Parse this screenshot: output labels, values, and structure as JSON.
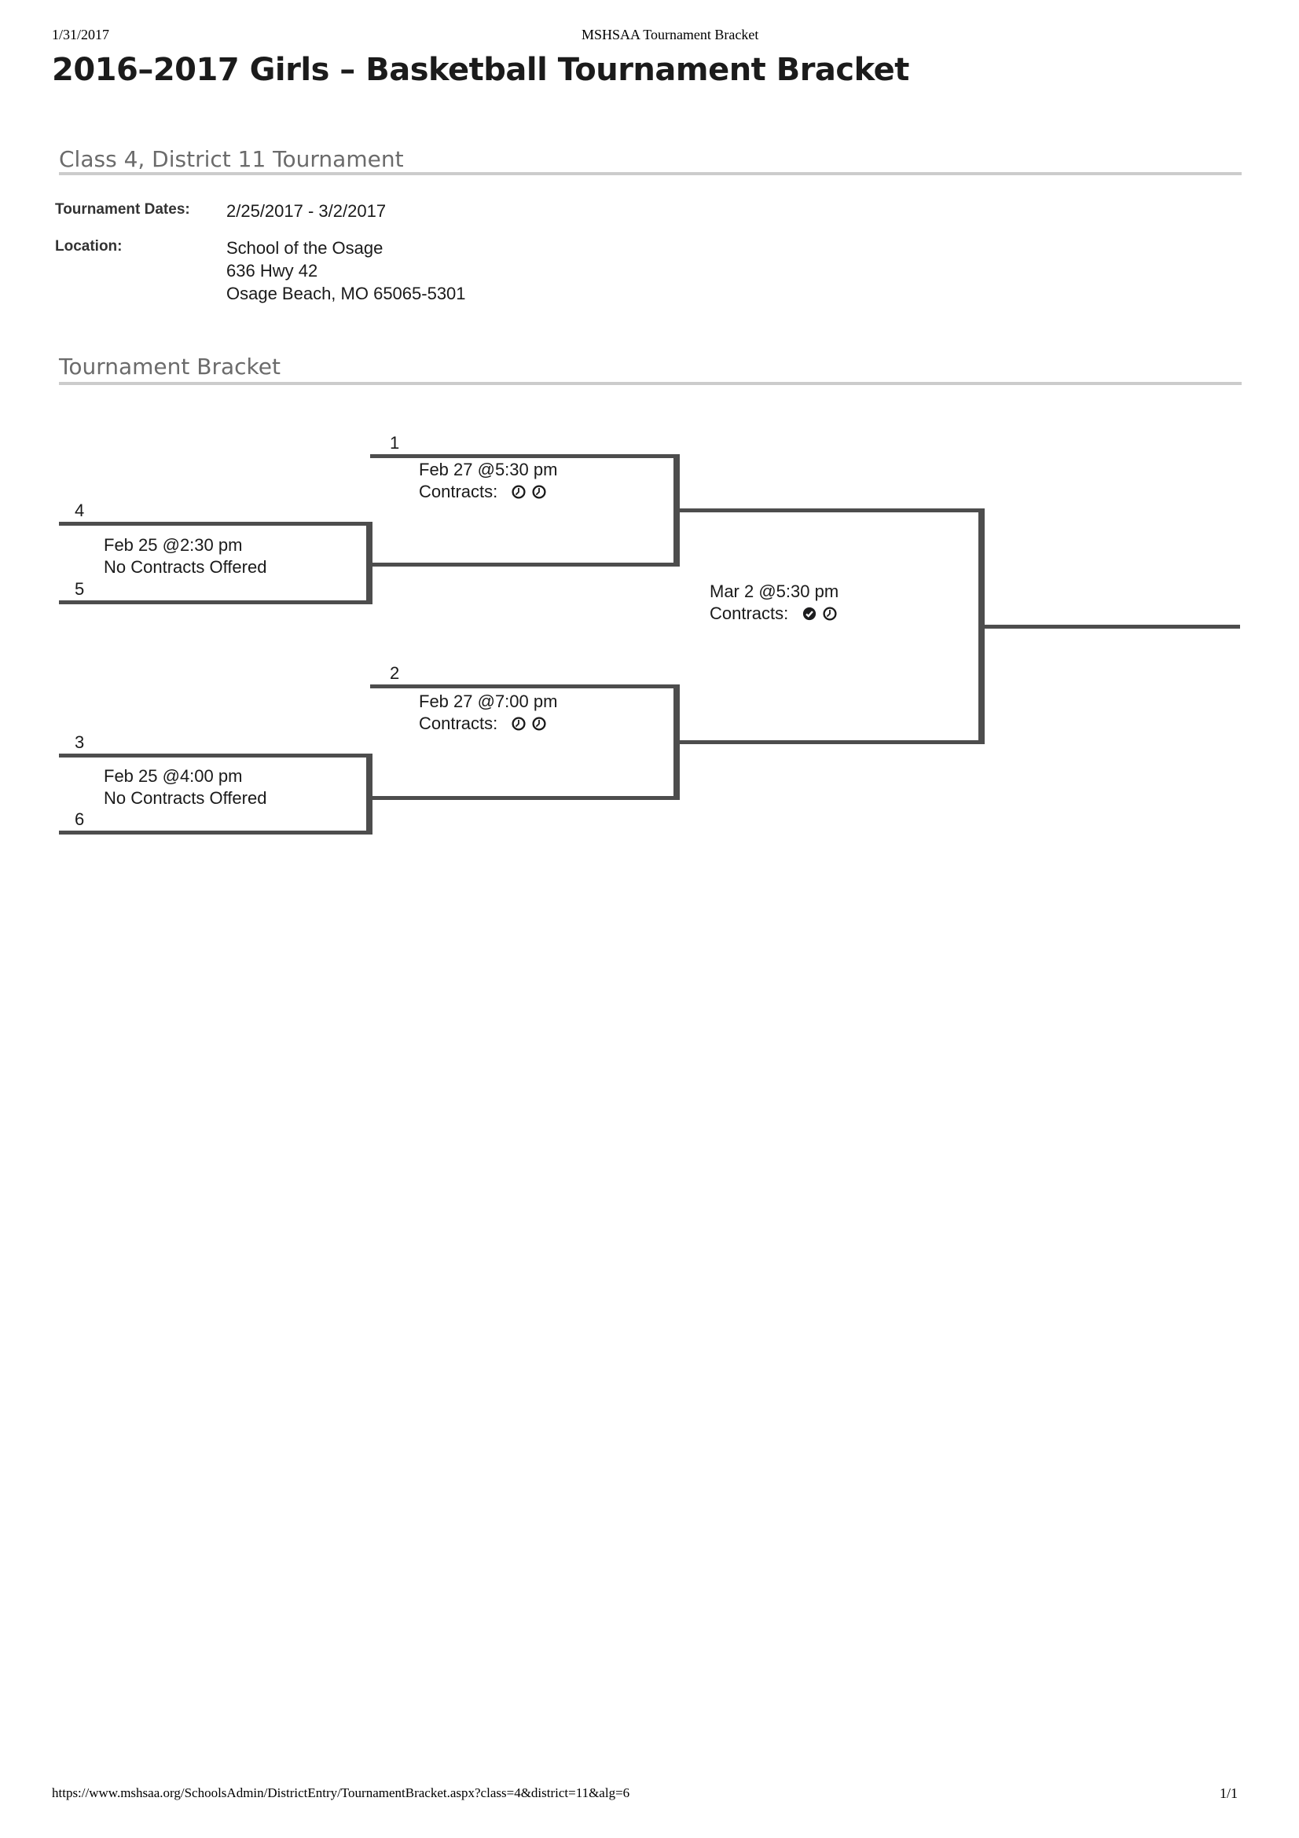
{
  "print_header": {
    "date": "1/31/2017",
    "doc_title": "MSHSAA Tournament Bracket"
  },
  "page_title": "2016–2017 Girls – Basketball Tournament Bracket",
  "sections": {
    "tournament_info_heading": "Class 4, District 11 Tournament",
    "bracket_heading": "Tournament Bracket"
  },
  "info": {
    "dates_label": "Tournament Dates:",
    "dates_value": "2/25/2017 - 3/2/2017",
    "location_label": "Location:",
    "location_name": "School of the Osage",
    "location_street": "636 Hwy 42",
    "location_city": "Osage Beach, MO 65065-5301"
  },
  "bracket": {
    "seeds": {
      "seed1": "1",
      "seed2": "2",
      "seed3": "3",
      "seed4": "4",
      "seed5": "5",
      "seed6": "6"
    },
    "semifinal1": {
      "datetime": "Feb 27 @5:30 pm",
      "contracts_label": "Contracts:",
      "icons": [
        "clock-icon",
        "clock-icon"
      ]
    },
    "semifinal2": {
      "datetime": "Feb 27 @7:00 pm",
      "contracts_label": "Contracts:",
      "icons": [
        "clock-icon",
        "clock-icon"
      ]
    },
    "round1_4v5": {
      "datetime": "Feb 25 @2:30 pm",
      "status": "No Contracts Offered"
    },
    "round1_3v6": {
      "datetime": "Feb 25 @4:00 pm",
      "status": "No Contracts Offered"
    },
    "final": {
      "datetime": "Mar 2 @5:30 pm",
      "contracts_label": "Contracts:",
      "icons": [
        "check-circle-icon",
        "clock-icon"
      ]
    }
  },
  "print_footer": {
    "url": "https://www.mshsaa.org/SchoolsAdmin/DistrictEntry/TournamentBracket.aspx?class=4&district=11&alg=6",
    "page_indicator": "1/1"
  },
  "colors": {
    "bracket_line": "#4d4d4d",
    "section_heading": "#6b6b6b",
    "section_rule": "#cccccc",
    "body_text": "#1a1a1a"
  }
}
